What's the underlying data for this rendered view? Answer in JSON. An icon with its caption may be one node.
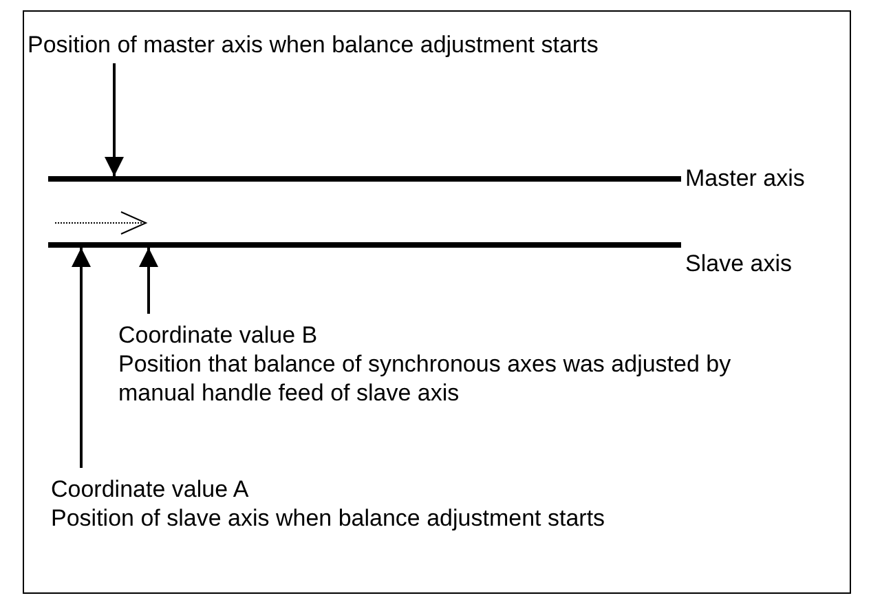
{
  "diagram": {
    "nodes": [
      {
        "text": [
          "Position of master axis when balance adjustment starts"
        ]
      },
      {
        "text": [],
        "shape": "bar",
        "beside": [
          "Master axis"
        ]
      },
      {
        "text": [],
        "shape": "bar",
        "beside": [
          "Slave axis"
        ]
      },
      {
        "text": [
          "Coordinate value B",
          "Position that balance of synchronous axes was adjusted by manual handle feed of slave axis"
        ]
      },
      {
        "text": [
          "Coordinate value A",
          "Position of slave axis when balance adjustment starts"
        ]
      }
    ],
    "edges": [
      {
        "from": 0,
        "to": 1,
        "arrow": "to"
      },
      {
        "from": 3,
        "to": 2,
        "arrow": "to"
      },
      {
        "from": 4,
        "to": 2,
        "arrow": "to"
      }
    ]
  }
}
